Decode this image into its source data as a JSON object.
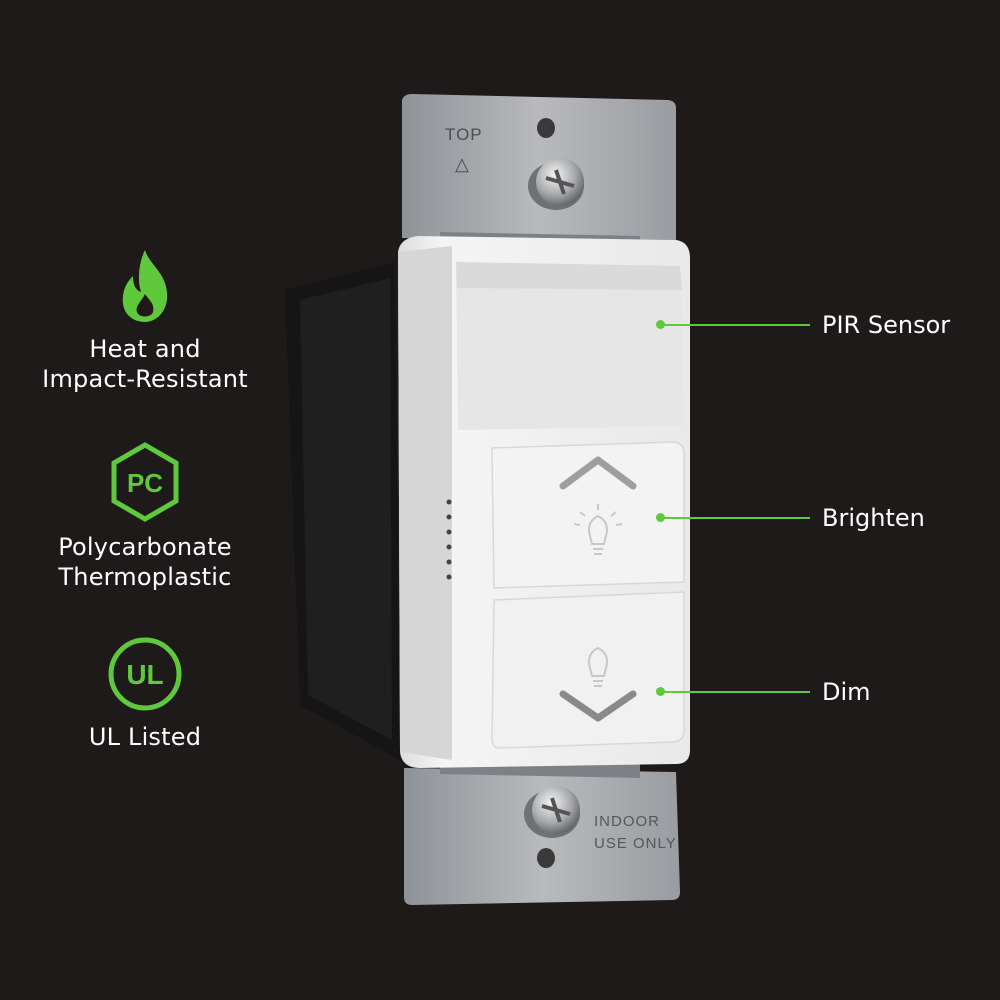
{
  "colors": {
    "background": "#1e1a1a",
    "accent_green": "#5fc83c",
    "text": "#ffffff",
    "plate_metal": "#a9abb0",
    "switch_white": "#f2f2f2",
    "housing_black": "#151515"
  },
  "features": [
    {
      "icon": "flame-icon",
      "label": "Heat and\nImpact-Resistant"
    },
    {
      "icon": "pc-hexagon-icon",
      "icon_text": "PC",
      "label": "Polycarbonate\nThermoplastic"
    },
    {
      "icon": "ul-circle-icon",
      "icon_text": "UL",
      "label": "UL Listed"
    }
  ],
  "callouts": [
    {
      "label": "PIR Sensor"
    },
    {
      "label": "Brighten"
    },
    {
      "label": "Dim"
    }
  ],
  "plate_markings": {
    "top": "TOP",
    "top_symbol": "△",
    "indoor_line1": "INDOOR",
    "indoor_line2": "USE ONLY"
  }
}
